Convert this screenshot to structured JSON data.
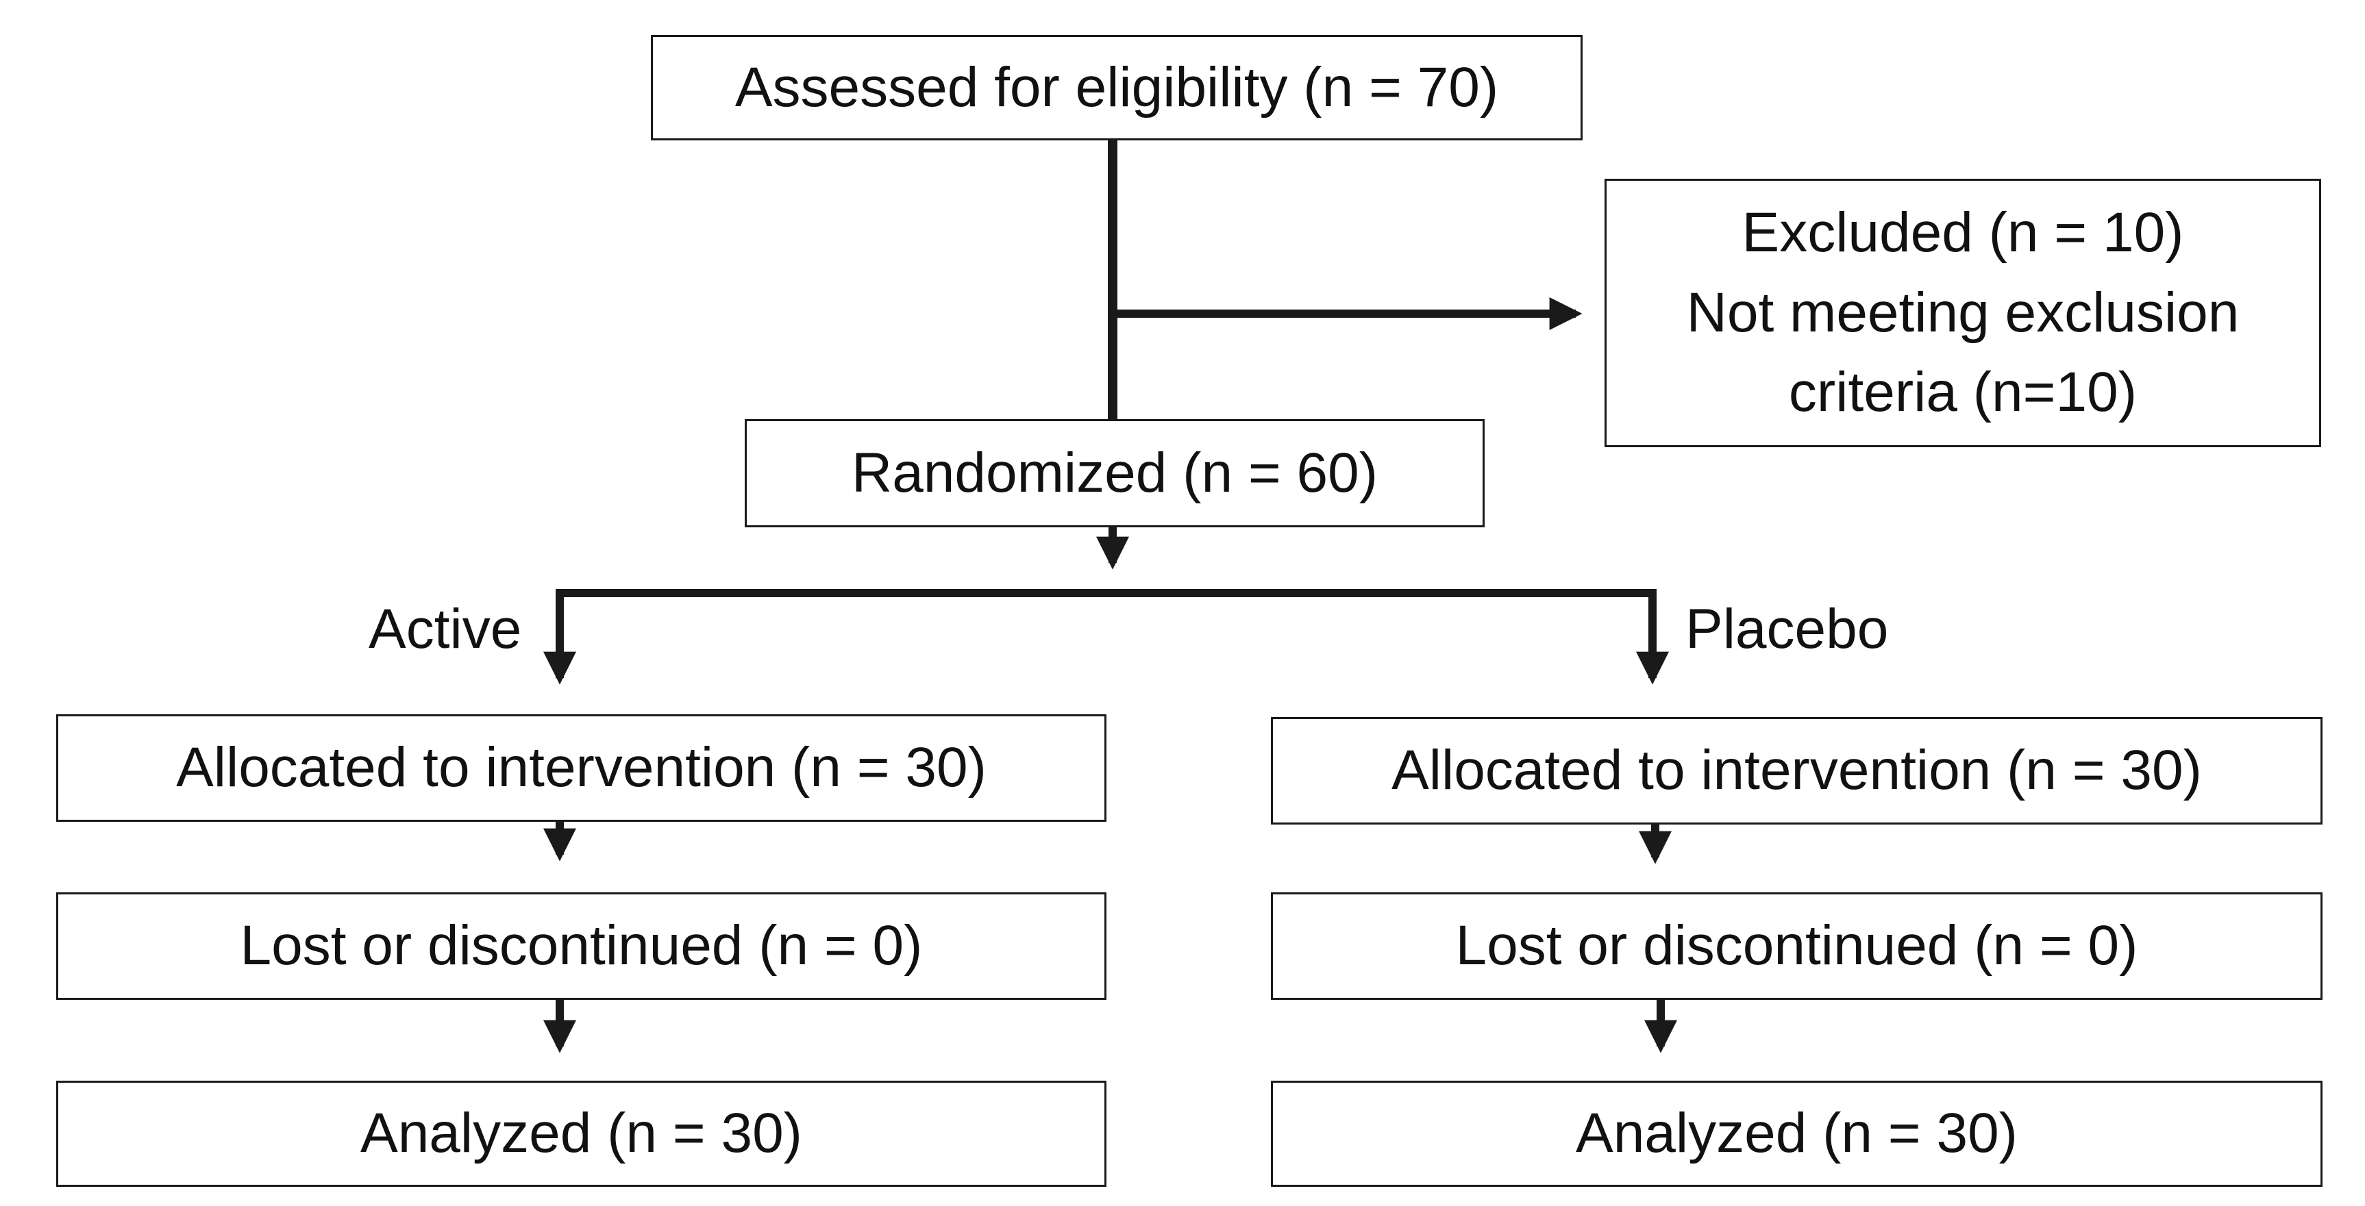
{
  "flowchart": {
    "assessed": "Assessed for eligibility (n = 70)",
    "excluded": {
      "line1": "Excluded (n = 10)",
      "line2": "Not meeting exclusion",
      "line3": "criteria (n=10)"
    },
    "randomized": "Randomized (n = 60)",
    "arms": {
      "active": {
        "label": "Active",
        "allocated": "Allocated to intervention (n = 30)",
        "lost": "Lost or discontinued (n = 0)",
        "analyzed": "Analyzed (n = 30)"
      },
      "placebo": {
        "label": "Placebo",
        "allocated": "Allocated to intervention (n = 30)",
        "lost": "Lost or discontinued (n = 0)",
        "analyzed": "Analyzed (n = 30)"
      }
    }
  },
  "colors": {
    "stroke": "#1a1a1a",
    "text": "#111111",
    "background": "#ffffff"
  }
}
